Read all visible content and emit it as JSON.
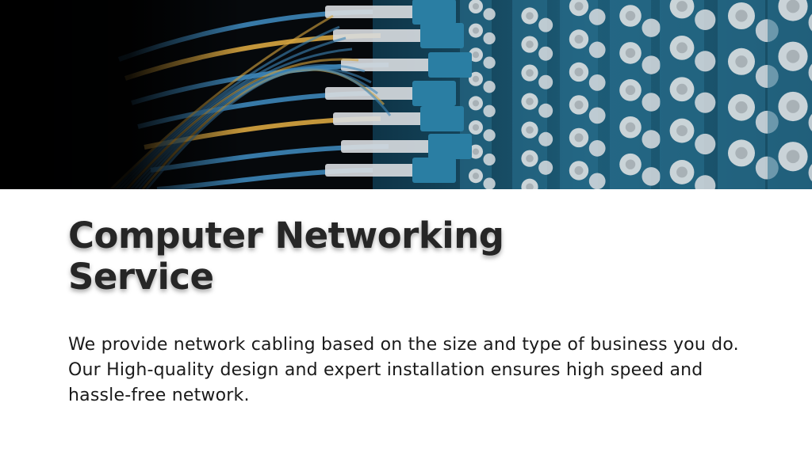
{
  "hero": {
    "image": "network-patch-panel-photo",
    "colors": {
      "background": "#06090c",
      "panel": "#1b5670",
      "panel_light": "#2a7190",
      "connector": "#d9dde0",
      "cable_blue": "#3d86b8",
      "cable_yellow": "#d8a640"
    }
  },
  "slide": {
    "title_line1": "Computer Networking",
    "title_line2": "Service",
    "body": "We provide network cabling based on the size and type of business you do. Our High-quality design and expert installation ensures high speed and hassle-free network."
  }
}
